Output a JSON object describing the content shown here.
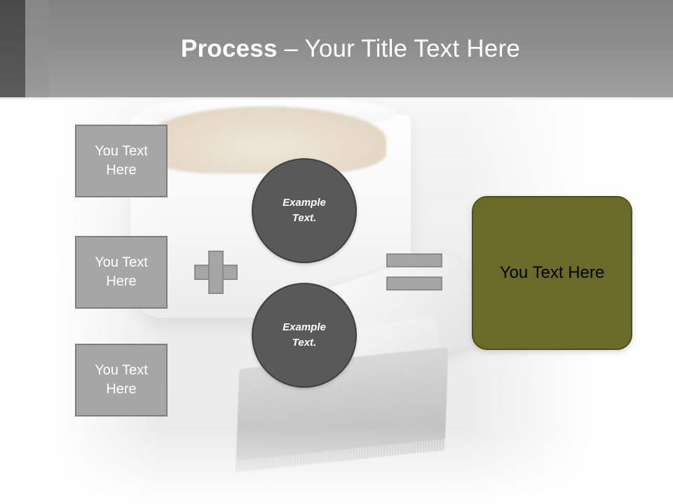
{
  "slide": {
    "title": {
      "bold_part": "Process",
      "rest": " – Your Title Text Here"
    },
    "left_boxes": [
      {
        "line1": "You Text",
        "line2": "Here"
      },
      {
        "line1": "You Text",
        "line2": "Here"
      },
      {
        "line1": "You Text",
        "line2": "Here"
      }
    ],
    "operators": {
      "plus": "+",
      "equals": "="
    },
    "circles": [
      {
        "line1": "Example",
        "line2": "Text."
      },
      {
        "line1": "Example",
        "line2": "Text."
      }
    ],
    "result": {
      "label": "You Text Here"
    },
    "colors": {
      "header_dark": "#4a4a4a",
      "header_grey": "#8d8d8d",
      "box_grey": "#a6a6a6",
      "box_border": "#7f7f7f",
      "circle_grey": "#595959",
      "circle_border": "#3f3f3f",
      "result_olive": "#6b6b29",
      "result_border": "#4f4f1e",
      "title_text": "#ffffff",
      "result_text": "#000000"
    },
    "background_image": {
      "description": "photo of white ceramic bowl with cream and a wide paint brush"
    }
  }
}
